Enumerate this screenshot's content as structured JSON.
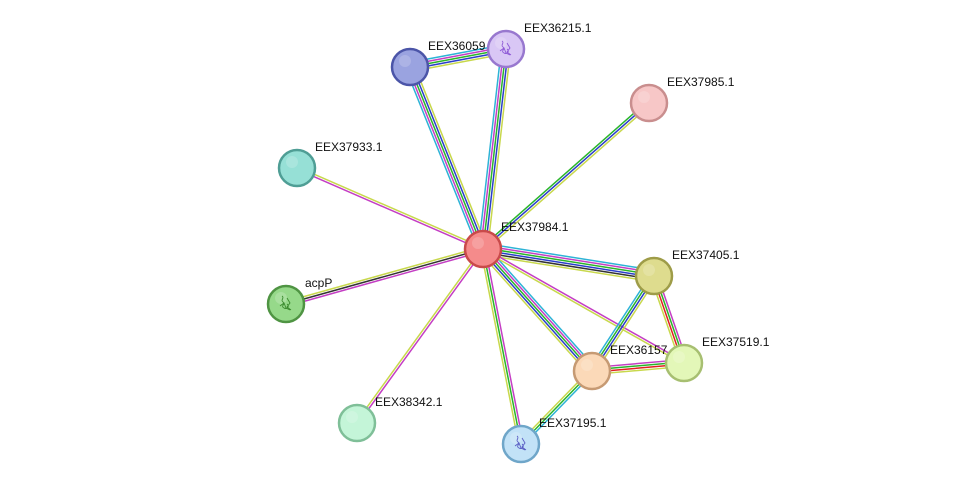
{
  "network": {
    "edge_type_colors": {
      "curated_database": "#2db3d6",
      "experiment": "#c43ec4",
      "gene_neighborhood": "#2ab52a",
      "gene_fusion": "#e02020",
      "cooccurrence": "#2a3ec9",
      "textmining": "#c8d84c",
      "coexpression": "#333333"
    },
    "nodes": [
      {
        "id": "EEX37984.1",
        "label": "EEX37984.1",
        "fill": "#f58b8b",
        "stroke": "#c94a4a",
        "glyph": false
      },
      {
        "id": "EEX36059",
        "label": "EEX36059",
        "fill": "#9aa3e0",
        "stroke": "#4b55a8",
        "glyph": false
      },
      {
        "id": "EEX36215.1",
        "label": "EEX36215.1",
        "fill": "#d9c7f5",
        "stroke": "#9878cf",
        "glyph": true,
        "glyph_color": "#8e59d6"
      },
      {
        "id": "EEX37985.1",
        "label": "EEX37985.1",
        "fill": "#f7c7c7",
        "stroke": "#c98e8e",
        "glyph": false
      },
      {
        "id": "EEX37933.1",
        "label": "EEX37933.1",
        "fill": "#96e0d6",
        "stroke": "#4f9e95",
        "glyph": false
      },
      {
        "id": "acpP",
        "label": "acpP",
        "fill": "#96d98a",
        "stroke": "#4f9443",
        "glyph": true,
        "glyph_color": "#3b8a2e"
      },
      {
        "id": "EEX38342.1",
        "label": "EEX38342.1",
        "fill": "#c4f5d8",
        "stroke": "#7fbf98",
        "glyph": false
      },
      {
        "id": "EEX37195.1",
        "label": "EEX37195.1",
        "fill": "#c2e2f7",
        "stroke": "#6fa6c9",
        "glyph": true,
        "glyph_color": "#5a5fc4"
      },
      {
        "id": "EEX36157",
        "label": "EEX36157",
        "fill": "#fbd9b8",
        "stroke": "#c69a73",
        "glyph": false
      },
      {
        "id": "EEX37519.1",
        "label": "EEX37519.1",
        "fill": "#e3f7b8",
        "stroke": "#a7bf71",
        "glyph": false
      },
      {
        "id": "EEX37405.1",
        "label": "EEX37405.1",
        "fill": "#dedc8e",
        "stroke": "#9e9c48",
        "glyph": false
      }
    ],
    "edges": [
      {
        "source": "EEX37984.1",
        "target": "EEX36059",
        "types": [
          "curated_database",
          "experiment",
          "gene_neighborhood",
          "cooccurrence",
          "textmining"
        ]
      },
      {
        "source": "EEX37984.1",
        "target": "EEX36215.1",
        "types": [
          "curated_database",
          "experiment",
          "gene_neighborhood",
          "cooccurrence",
          "textmining"
        ]
      },
      {
        "source": "EEX36059",
        "target": "EEX36215.1",
        "types": [
          "curated_database",
          "experiment",
          "gene_neighborhood",
          "cooccurrence",
          "textmining"
        ]
      },
      {
        "source": "EEX37984.1",
        "target": "EEX37985.1",
        "types": [
          "gene_neighborhood",
          "cooccurrence",
          "textmining"
        ]
      },
      {
        "source": "EEX37984.1",
        "target": "EEX37933.1",
        "types": [
          "experiment",
          "textmining"
        ]
      },
      {
        "source": "EEX37984.1",
        "target": "acpP",
        "types": [
          "experiment",
          "coexpression",
          "textmining"
        ]
      },
      {
        "source": "EEX37984.1",
        "target": "EEX38342.1",
        "types": [
          "experiment",
          "textmining"
        ]
      },
      {
        "source": "EEX37984.1",
        "target": "EEX37195.1",
        "types": [
          "experiment",
          "gene_neighborhood",
          "textmining"
        ]
      },
      {
        "source": "EEX37984.1",
        "target": "EEX36157",
        "types": [
          "curated_database",
          "experiment",
          "gene_neighborhood",
          "cooccurrence",
          "textmining"
        ]
      },
      {
        "source": "EEX37984.1",
        "target": "EEX37405.1",
        "types": [
          "curated_database",
          "experiment",
          "gene_neighborhood",
          "cooccurrence",
          "coexpression",
          "textmining"
        ]
      },
      {
        "source": "EEX37984.1",
        "target": "EEX37519.1",
        "types": [
          "experiment",
          "textmining"
        ]
      },
      {
        "source": "EEX36157",
        "target": "EEX37405.1",
        "types": [
          "curated_database",
          "gene_neighborhood",
          "cooccurrence",
          "textmining"
        ]
      },
      {
        "source": "EEX36157",
        "target": "EEX37519.1",
        "types": [
          "experiment",
          "gene_neighborhood",
          "gene_fusion",
          "textmining"
        ]
      },
      {
        "source": "EEX37405.1",
        "target": "EEX37519.1",
        "types": [
          "experiment",
          "gene_neighborhood",
          "gene_fusion",
          "textmining"
        ]
      },
      {
        "source": "EEX36157",
        "target": "EEX37195.1",
        "types": [
          "curated_database",
          "gene_neighborhood",
          "textmining"
        ]
      }
    ]
  }
}
